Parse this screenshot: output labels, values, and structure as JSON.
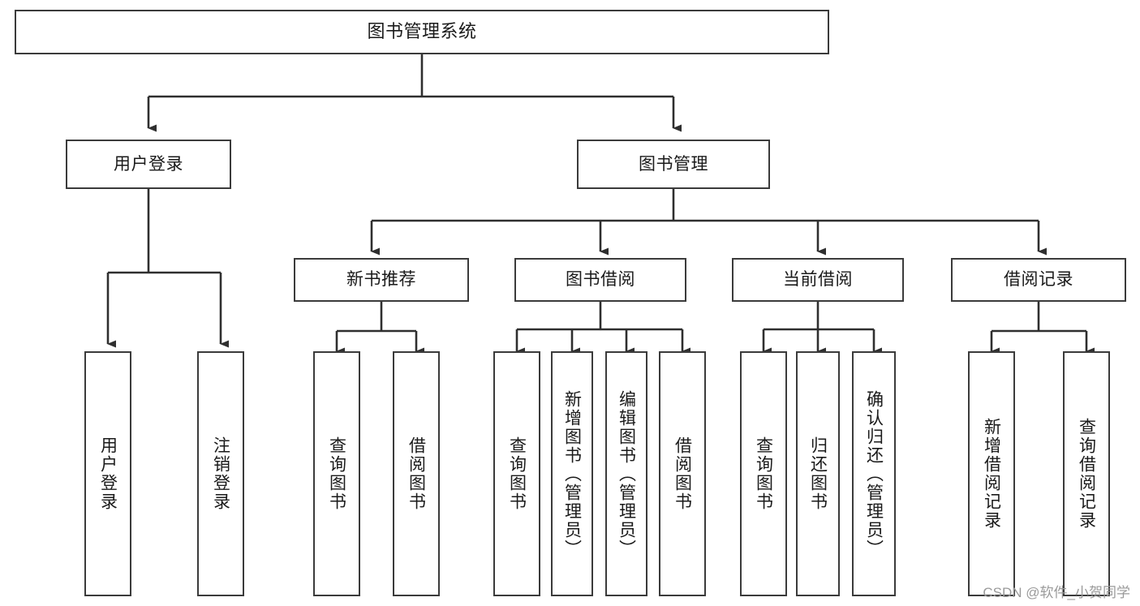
{
  "diagram": {
    "title": "图书管理系统",
    "type": "tree",
    "colors": {
      "stroke": "#3b3b3b",
      "box_fill": "#ffffff",
      "text": "#1a1a1a",
      "watermark": "#9a9a9a",
      "background": "#ffffff"
    },
    "nodes": {
      "root": {
        "label": "图书管理系统"
      },
      "level2": [
        {
          "label": "用户登录"
        },
        {
          "label": "图书管理"
        }
      ],
      "level3": [
        {
          "label": "新书推荐"
        },
        {
          "label": "图书借阅"
        },
        {
          "label": "当前借阅"
        },
        {
          "label": "借阅记录"
        }
      ],
      "leaves_user_login": [
        {
          "label": "用户登录"
        },
        {
          "label": "注销登录"
        }
      ],
      "leaves_new_book": [
        {
          "label": "查询图书"
        },
        {
          "label": "借阅图书"
        }
      ],
      "leaves_borrow": [
        {
          "label": "查询图书"
        },
        {
          "label": "新增图书（管理员）"
        },
        {
          "label": "编辑图书（管理员）"
        },
        {
          "label": "借阅图书"
        }
      ],
      "leaves_current": [
        {
          "label": "查询图书"
        },
        {
          "label": "归还图书"
        },
        {
          "label": "确认归还（管理员）"
        }
      ],
      "leaves_records": [
        {
          "label": "新增借阅记录"
        },
        {
          "label": "查询借阅记录"
        }
      ]
    },
    "watermark": "CSDN @软件_小贺同学"
  }
}
